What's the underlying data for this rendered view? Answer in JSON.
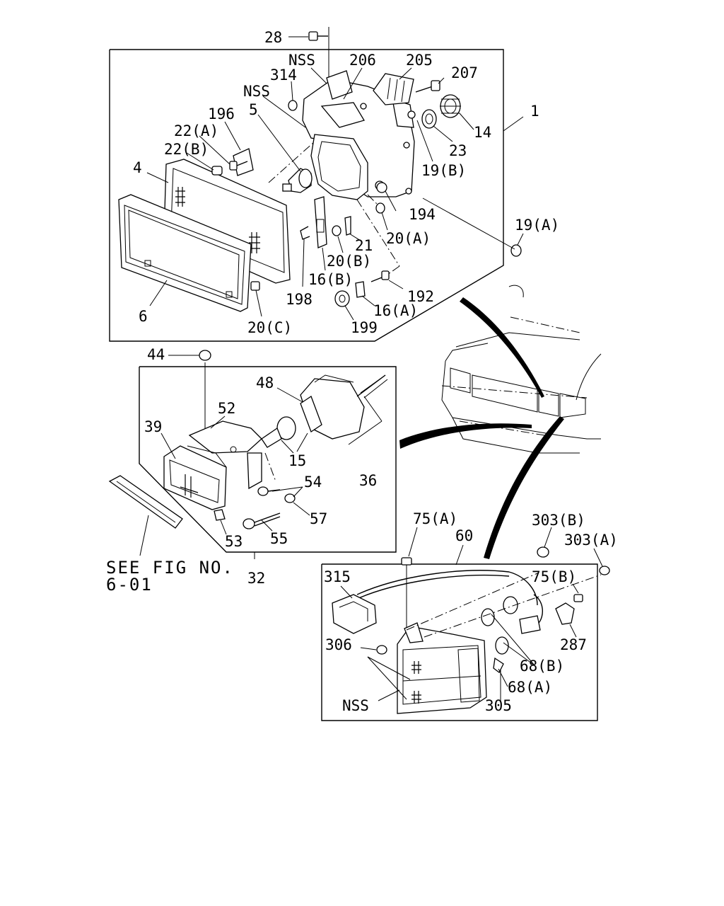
{
  "labels": {
    "l28": "28",
    "lNSS1": "NSS",
    "l206": "206",
    "l205": "205",
    "l207": "207",
    "l314": "314",
    "lNSS2": "NSS",
    "l196": "196",
    "l5": "5",
    "l1": "1",
    "l22a": "22(A)",
    "l22b": "22(B)",
    "l14": "14",
    "l23": "23",
    "l19b": "19(B)",
    "l4": "4",
    "l194": "194",
    "l20a": "20(A)",
    "l21": "21",
    "l19a": "19(A)",
    "l20b": "20(B)",
    "l16b": "16(B)",
    "l198": "198",
    "l192": "192",
    "l6": "6",
    "l16a": "16(A)",
    "l20c": "20(C)",
    "l199": "199",
    "l44": "44",
    "l48": "48",
    "l52": "52",
    "l39": "39",
    "l15": "15",
    "l36": "36",
    "l54": "54",
    "l57": "57",
    "l53": "53",
    "l55": "55",
    "l32": "32",
    "l75a": "75(A)",
    "l60": "60",
    "l303b": "303(B)",
    "l303a": "303(A)",
    "l315": "315",
    "l75b": "75(B)",
    "l287": "287",
    "l306": "306",
    "l68b": "68(B)",
    "l68a": "68(A)",
    "lNSS3": "NSS",
    "l305": "305"
  },
  "reference": {
    "line1": "SEE FIG NO.",
    "line2": "6-01"
  }
}
